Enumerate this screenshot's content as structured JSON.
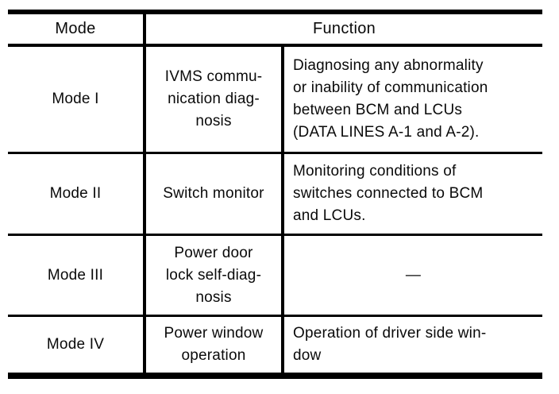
{
  "colors": {
    "ink": "#000000",
    "paper": "#ffffff"
  },
  "table": {
    "header": {
      "mode": "Mode",
      "function": "Function"
    },
    "rows": [
      {
        "mode": "Mode I",
        "sub": "IVMS commu-\nnication diag-\nnosis",
        "function": "Diagnosing any abnormality\nor inability of communication\nbetween BCM and LCUs\n(DATA LINES A-1 and A-2)."
      },
      {
        "mode": "Mode II",
        "sub": "Switch monitor",
        "function": "Monitoring conditions of\nswitches connected to BCM\nand LCUs."
      },
      {
        "mode": "Mode III",
        "sub": "Power door\nlock self-diag-\nnosis",
        "function": "—"
      },
      {
        "mode": "Mode IV",
        "sub": "Power window\noperation",
        "function": "Operation of driver side win-\ndow"
      }
    ]
  }
}
